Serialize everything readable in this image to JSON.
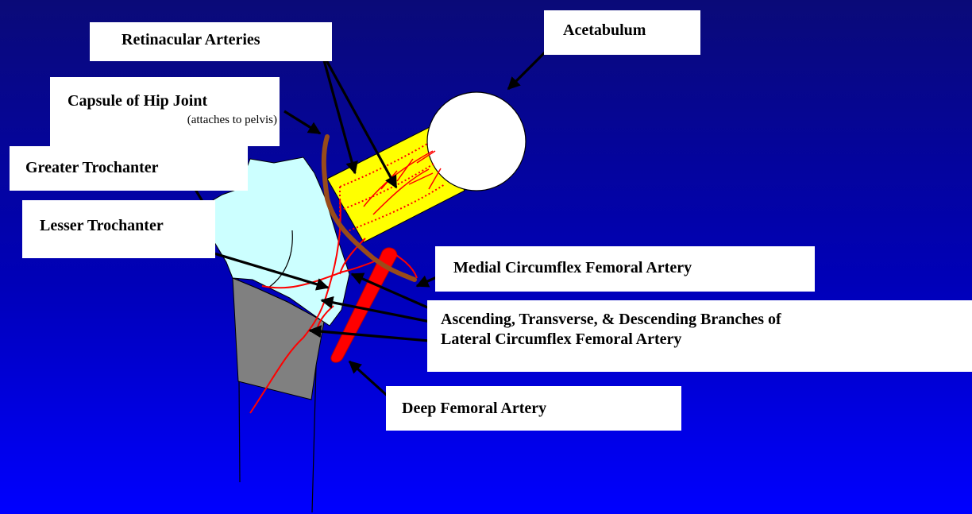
{
  "labels": {
    "retinacular": "Retinacular Arteries",
    "acetabulum": "Acetabulum",
    "capsule": "Capsule of Hip Joint",
    "capsule_note": "(attaches to pelvis)",
    "greater_trochanter": "Greater Trochanter",
    "lesser_trochanter": "Lesser Trochanter",
    "medial_circumflex": "Medial Circumflex Femoral Artery",
    "lateral_circumflex_line1": "Ascending, Transverse, & Descending Branches of",
    "lateral_circumflex_line2": "Lateral Circumflex Femoral Artery",
    "deep_femoral": "Deep Femoral Artery"
  },
  "colors": {
    "background_top": "#0a0a78",
    "background_bottom": "#0000ff",
    "label_box": "#ffffff",
    "femoral_head": "#ffffff",
    "femoral_neck": "#ffff00",
    "trochanter_region": "#ccffff",
    "shaft": "#808080",
    "arteries": "#ff0000",
    "capsule": "#994c1a",
    "arrows": "#000000"
  }
}
